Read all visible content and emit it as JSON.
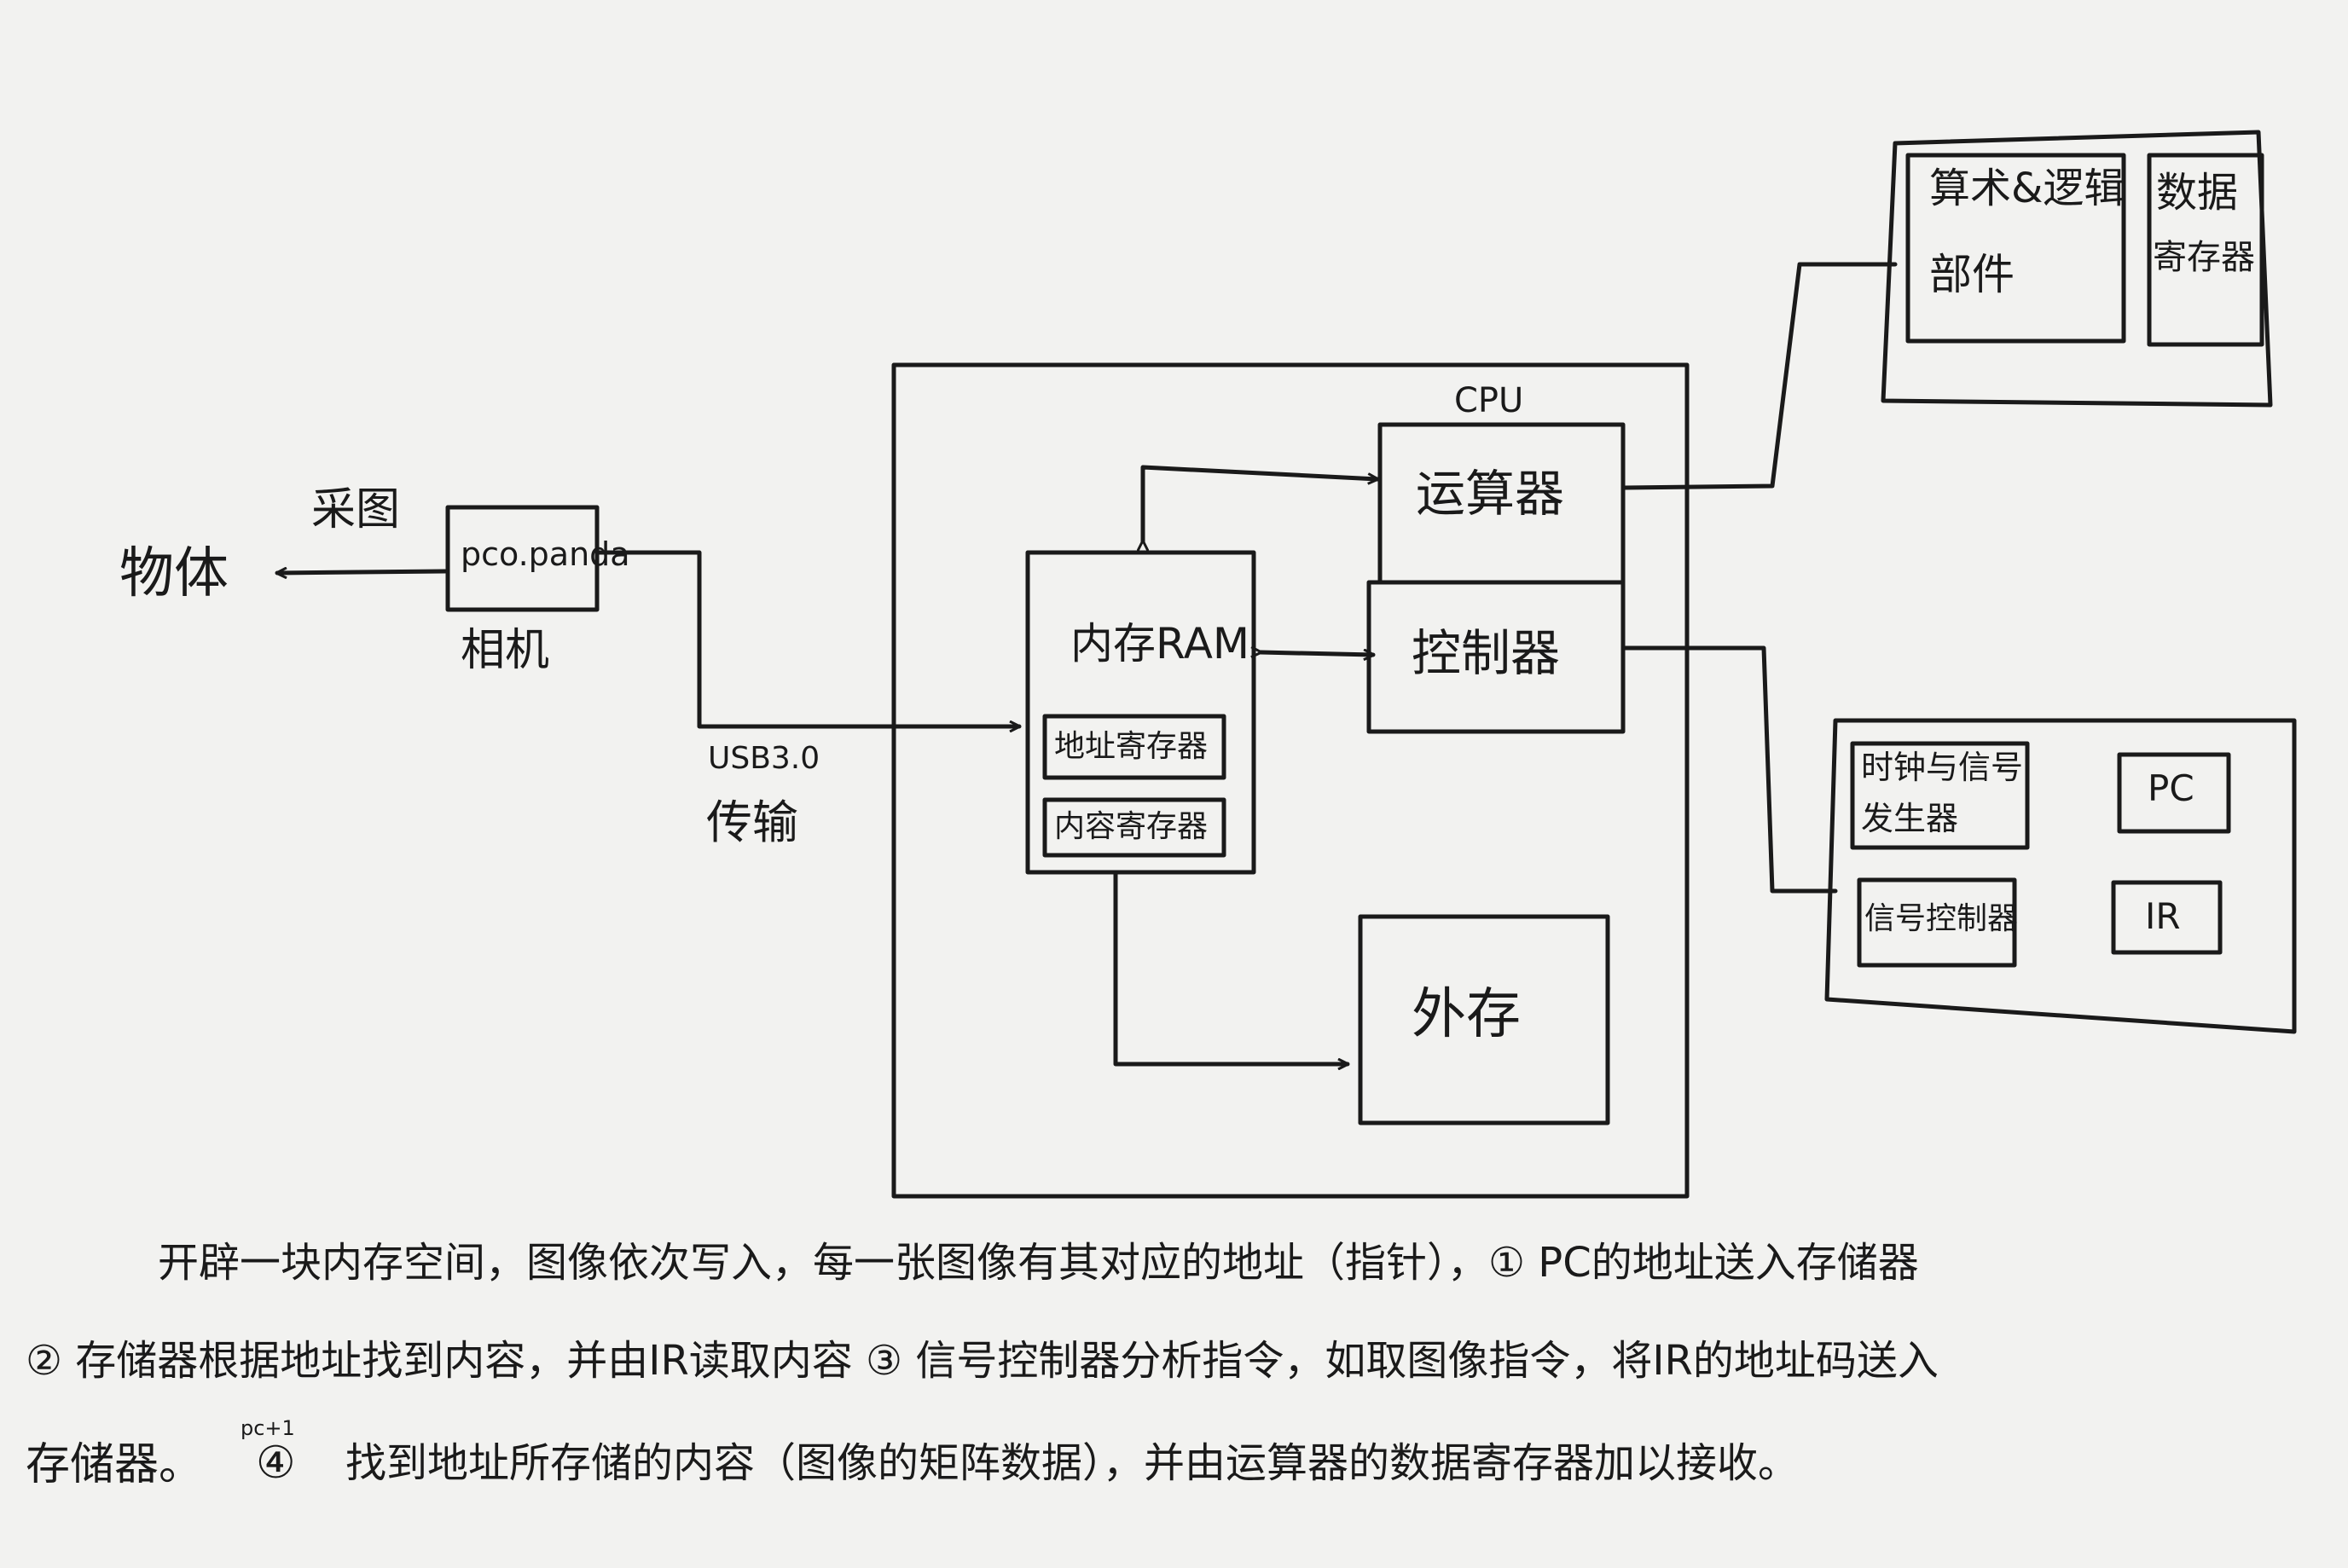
{
  "labels": {
    "object": "物体",
    "capture": "采图",
    "camera_model": "pco.panda",
    "camera": "相机",
    "usb": "USB3.0",
    "transfer": "传输",
    "cpu": "CPU",
    "ram": "内存RAM",
    "addr_reg": "地址寄存器",
    "content_reg": "内容寄存器",
    "alu": "运算器",
    "control": "控制器",
    "external": "外存",
    "arith_logic": "算术&逻辑",
    "unit": "部件",
    "data_reg_1": "数据",
    "data_reg_2": "寄存器",
    "clock_1": "时钟与信号",
    "clock_2": "发生器",
    "pc": "PC",
    "signal_ctrl": "信号控制器",
    "ir": "IR"
  },
  "notes": {
    "line1": "开辟一块内存空间，图像依次写入，每一张图像有其对应的地址（指针），① PC的地址送入存储器",
    "line2": "② 存储器根据地址找到内容，并由IR读取内容  ③ 信号控制器分析指令，如取图像指令，将IR的地址码送入",
    "line3_a": "存储器。",
    "pc_plus": "pc+1",
    "step4": "④",
    "line3_b": "找到地址所存储的内容（图像的矩阵数据），并由运算器的数据寄存器加以接收。"
  },
  "colors": {
    "ink": "#1a1a1a",
    "paper": "#f2f2f0"
  }
}
